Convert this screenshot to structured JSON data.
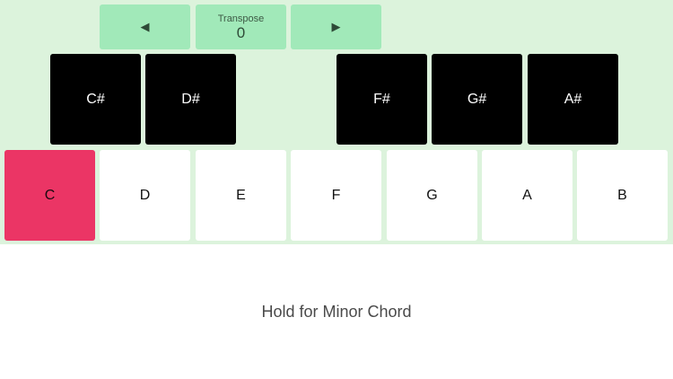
{
  "transpose": {
    "prev_icon": "◀",
    "label": "Transpose",
    "value": "0",
    "next_icon": "▶"
  },
  "black_keys": [
    {
      "label": "C#"
    },
    {
      "label": "D#"
    },
    {
      "label": "F#"
    },
    {
      "label": "G#"
    },
    {
      "label": "A#"
    }
  ],
  "white_keys": [
    {
      "label": "C",
      "active": true
    },
    {
      "label": "D"
    },
    {
      "label": "E"
    },
    {
      "label": "F"
    },
    {
      "label": "G"
    },
    {
      "label": "A"
    },
    {
      "label": "B"
    }
  ],
  "hint": "Hold for Minor Chord",
  "colors": {
    "panel_bg": "#dcf3dc",
    "control_bg": "#a1e9b9",
    "active_key": "#eb3565",
    "black_key": "#000000",
    "white_key": "#ffffff"
  }
}
